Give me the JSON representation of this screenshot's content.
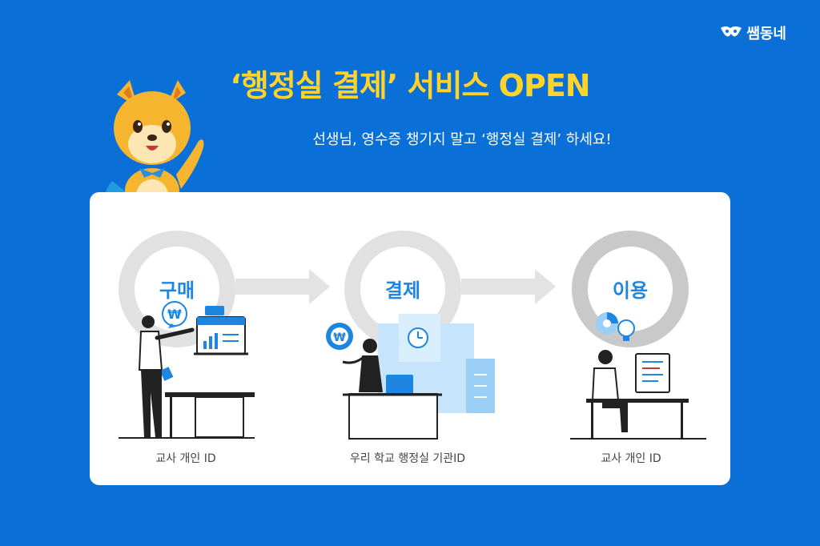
{
  "brand": {
    "name": "쌤동네"
  },
  "headline": "‘행정실 결제’ 서비스 OPEN",
  "subline": "선생님, 영수증 챙기지 말고 ‘행정실 결제’ 하세요!",
  "steps": [
    {
      "label": "구매",
      "caption": "교사 개인 ID"
    },
    {
      "label": "결제",
      "caption": "우리 학교 행정실 기관ID"
    },
    {
      "label": "이용",
      "caption": "교사 개인 ID"
    }
  ],
  "colors": {
    "background": "#0a6fd6",
    "headline": "#ffd42a",
    "accent": "#1d86e0"
  }
}
